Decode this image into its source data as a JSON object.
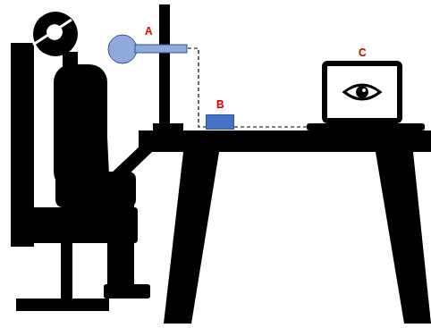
{
  "diagram": {
    "nodes": [
      {
        "text": [
          "A"
        ]
      },
      {
        "text": [
          "B"
        ]
      },
      {
        "text": [
          "C"
        ]
      }
    ],
    "edges": [
      {
        "from": 0,
        "to": 1,
        "arrow": "none"
      },
      {
        "from": 1,
        "to": 2,
        "arrow": "none"
      }
    ]
  }
}
